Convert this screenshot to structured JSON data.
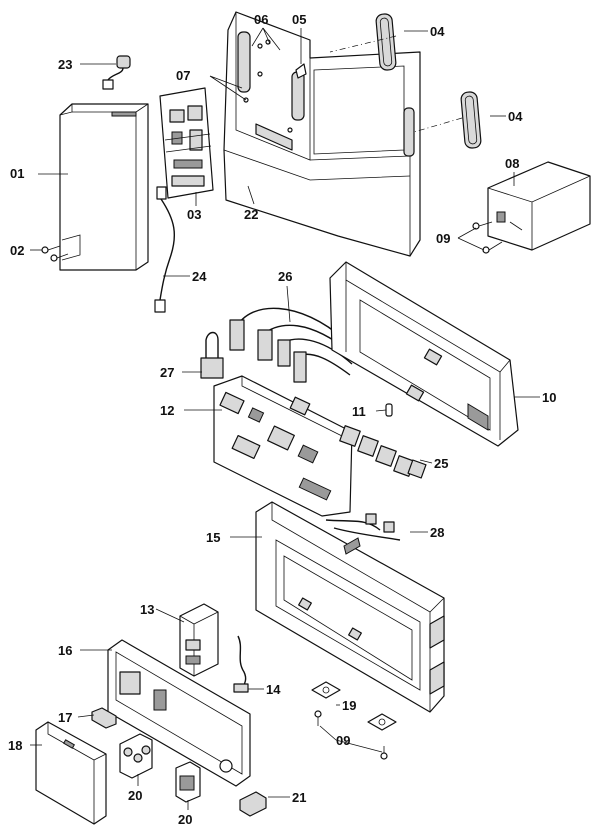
{
  "labels": {
    "p01": "01",
    "p02": "02",
    "p03": "03",
    "p04a": "04",
    "p04b": "04",
    "p05": "05",
    "p06": "06",
    "p07": "07",
    "p08": "08",
    "p09a": "09",
    "p09b": "09",
    "p10": "10",
    "p11": "11",
    "p12": "12",
    "p13": "13",
    "p14": "14",
    "p15": "15",
    "p16": "16",
    "p17": "17",
    "p18": "18",
    "p19": "19",
    "p20a": "20",
    "p20b": "20",
    "p21": "21",
    "p22": "22",
    "p23": "23",
    "p24": "24",
    "p25": "25",
    "p26": "26",
    "p27": "27",
    "p28": "28"
  }
}
